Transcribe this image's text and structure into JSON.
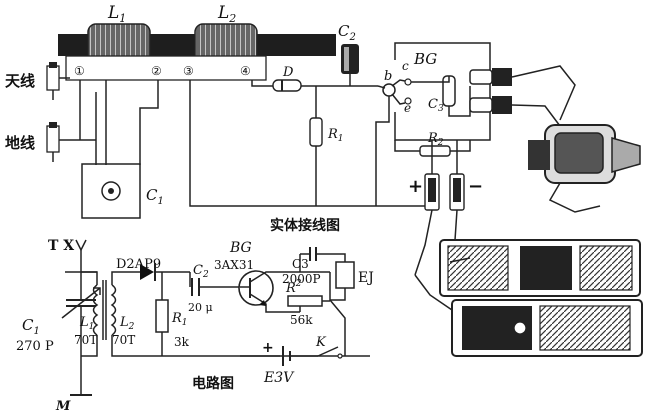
{
  "diagram": {
    "physical_labels": {
      "L1": "L",
      "L1_sub": "1",
      "L2": "L",
      "L2_sub": "2",
      "C2": "C",
      "C2_sub": "2",
      "BG": "BG",
      "D": "D",
      "R1": "R",
      "R1_sub": "1",
      "C3": "C",
      "C3_sub": "3",
      "R2": "R",
      "R2_sub": "2",
      "C1": "C",
      "C1_sub": "1",
      "pin_b": "b",
      "pin_c": "c",
      "pin_e": "e",
      "plus": "+",
      "minus": "−",
      "antenna": "天线",
      "ground": "地线",
      "t1": "①",
      "t2": "②",
      "t3": "③",
      "t4": "④",
      "caption": "实体接线图"
    },
    "schematic_labels": {
      "TX": "T X",
      "C1": "C",
      "C1_sub": "1",
      "C1_val": "270 P",
      "L1": "L",
      "L1_sub": "1",
      "L1_val": "70T",
      "L2": "L",
      "L2_sub": "2",
      "L2_val": "70T",
      "D": "D2AP9",
      "C2": "C",
      "C2_sub": "2",
      "C2_val": "20 μ",
      "R1": "R",
      "R1_sub": "1",
      "R1_val": "3k",
      "BG": "BG",
      "BG_type": "3AX31",
      "C3": "C3",
      "C3_val": "2000P",
      "EJ": "EJ",
      "R2": "R",
      "R2_sub": "2",
      "R2_val": "56k",
      "K": "K",
      "battery": "E3V",
      "M": "M",
      "caption": "电路图"
    }
  }
}
